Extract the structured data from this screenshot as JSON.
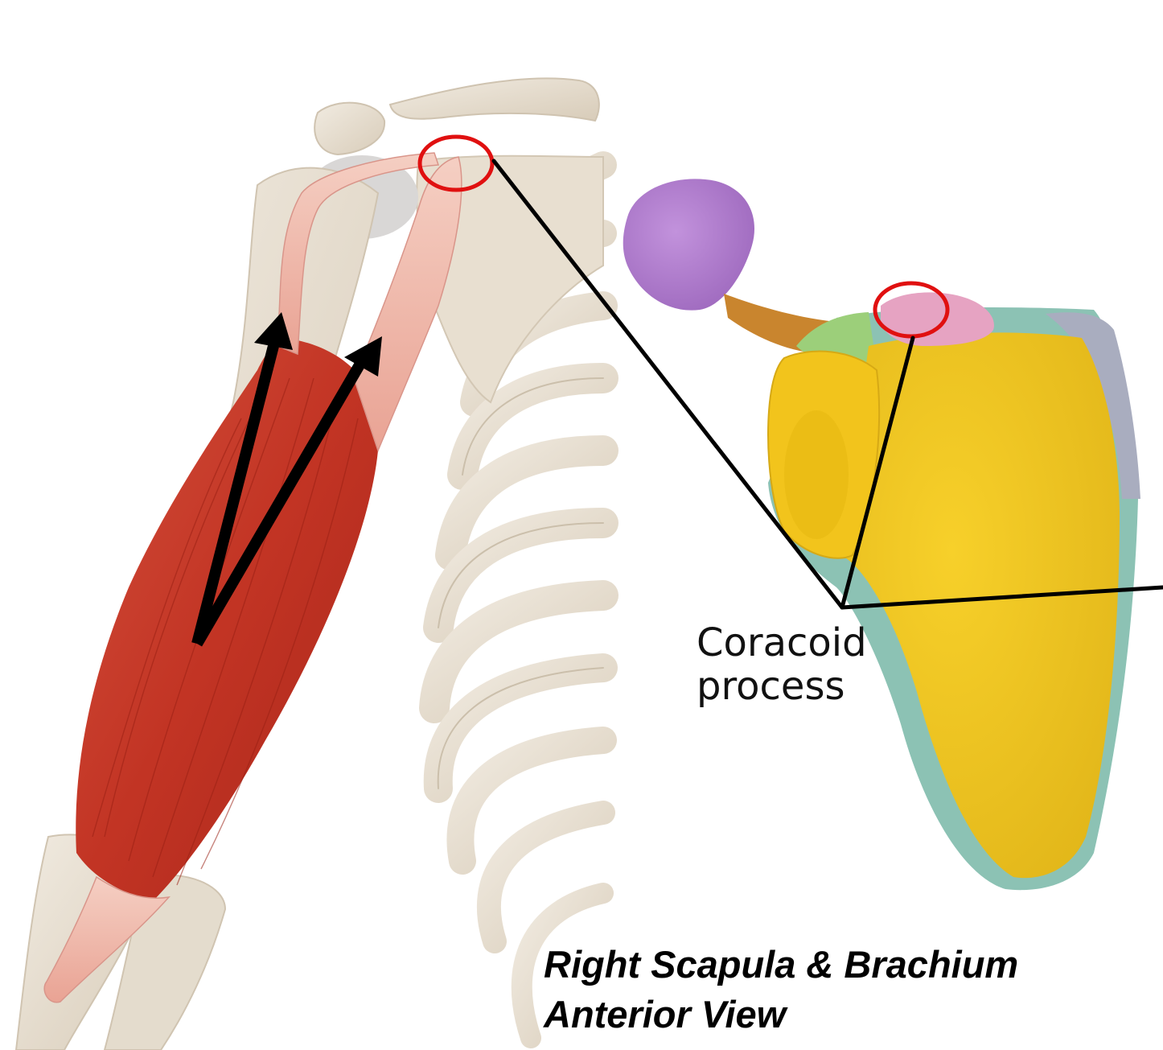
{
  "label": {
    "line1": "Coracoid",
    "line2": "process"
  },
  "caption": {
    "line1": "Right Scapula & Brachium",
    "line2": "Anterior View"
  },
  "colors": {
    "muscle": "#c83a2a",
    "bone": "#e9e0d2",
    "highlight_circle": "#e01010",
    "scapula_yellow": "#f2c41c",
    "scapula_teal": "#8cc2b4",
    "acromion_purple": "#b27ccd",
    "coracoid_pink": "#e6a3c2",
    "pointer_line": "#000000",
    "arrows": "#000000"
  }
}
